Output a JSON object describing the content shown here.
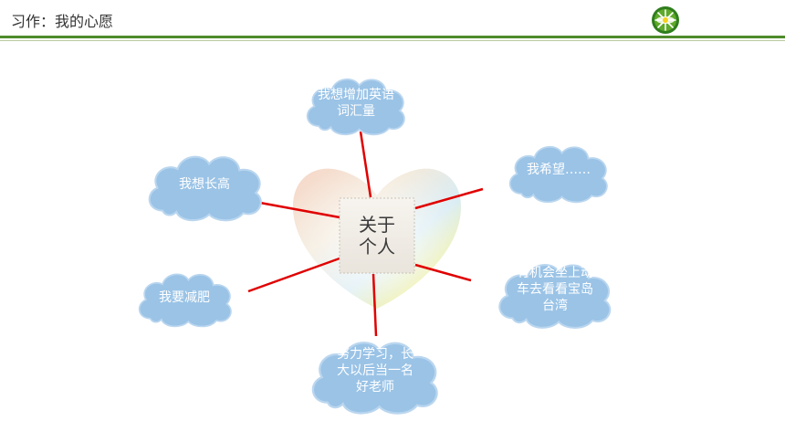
{
  "header": {
    "title": "习作：我的心愿",
    "logo_icon": "green-sunburst-logo-icon"
  },
  "diagram": {
    "center": {
      "label": "关于\n个人"
    },
    "nodes": [
      {
        "id": "top",
        "label": "我想增加英语\n词汇量"
      },
      {
        "id": "upper-left",
        "label": "我想长高"
      },
      {
        "id": "upper-right",
        "label": "我希望……"
      },
      {
        "id": "lower-left",
        "label": "我要减肥"
      },
      {
        "id": "lower-right",
        "label": "有机会坐上动\n车去看看宝岛\n台湾"
      },
      {
        "id": "bottom",
        "label": "努力学习，长\n大以后当一名\n好老师"
      }
    ],
    "colors": {
      "cloud_fill": "#9ac3e6",
      "cloud_stroke": "#b7d4ee",
      "connector": "#e00000",
      "header_rule": "#4e8b2c"
    }
  }
}
